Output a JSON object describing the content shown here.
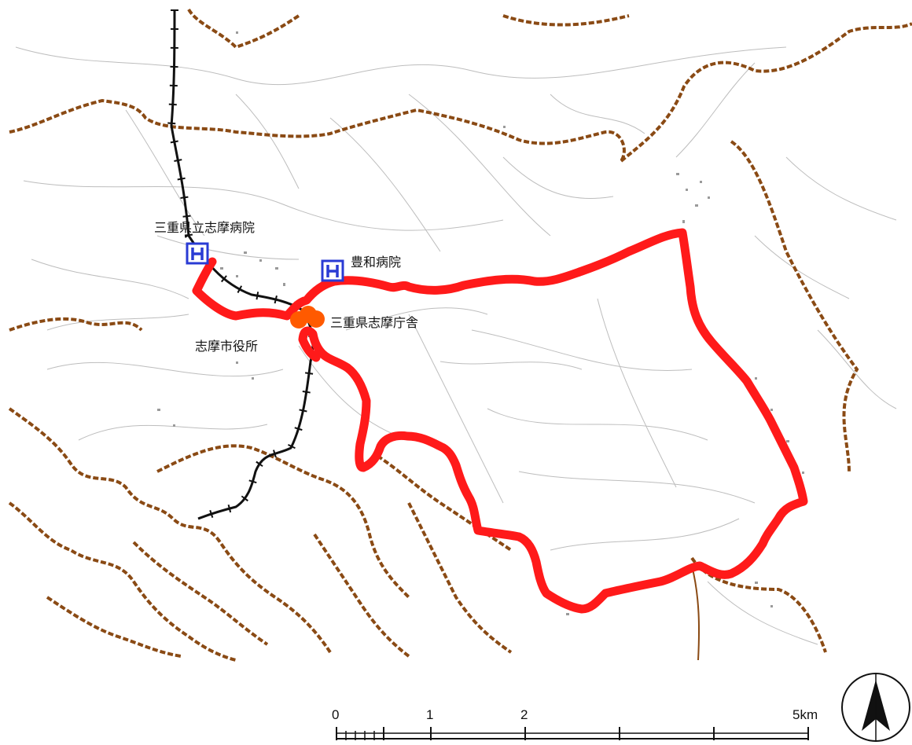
{
  "map": {
    "labels": {
      "prefectural_hospital": "三重県立志摩病院",
      "howa_hospital": "豊和病院",
      "government_office": "三重県志摩庁舎",
      "city_hall": "志摩市役所"
    },
    "hospital_icon": {
      "name": "hospital-icon",
      "glyph": "H",
      "color": "#2a3bd4"
    },
    "office_marker_color": "#ff5a00",
    "route_color": "#ff1a1a",
    "railway_color": "#111111",
    "boundary_color": "#8a4a14",
    "road_color": "#b8b8b8",
    "scale_bar": {
      "ticks": [
        "0",
        "1",
        "2",
        "5km"
      ]
    },
    "north_arrow": {
      "name": "north-arrow-icon"
    }
  }
}
